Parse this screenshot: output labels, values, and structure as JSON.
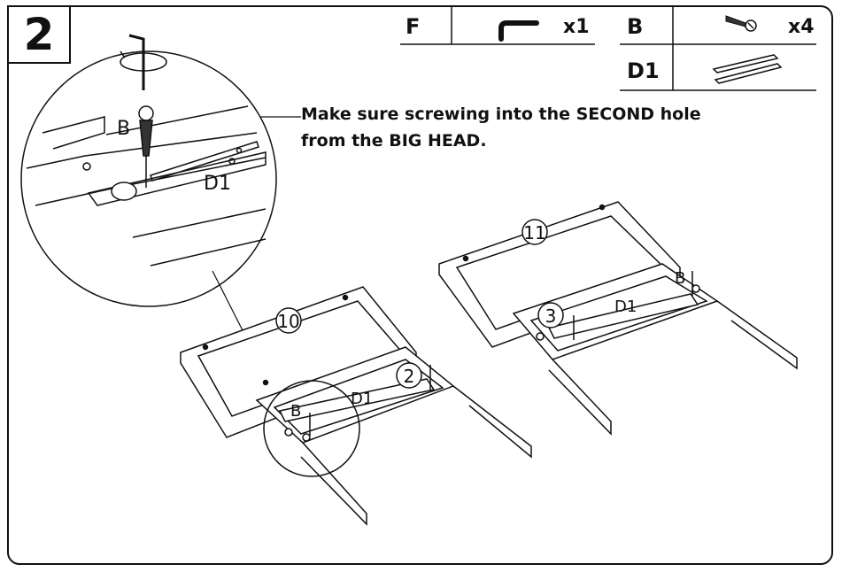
{
  "step": {
    "number": "2"
  },
  "parts_table": [
    {
      "letter": "F",
      "qty": "x1",
      "icon": "allen-key-icon"
    },
    {
      "letter": "B",
      "qty": "x4",
      "icon": "screw-icon"
    },
    {
      "letter": "D1",
      "qty": "",
      "icon": "metal-bar-icon"
    }
  ],
  "note": {
    "line1": "Make sure screwing into the SECOND hole",
    "line2": "from the BIG HEAD."
  },
  "labels": {
    "screw": "B",
    "bar": "D1",
    "part_10": "10",
    "part_11": "11",
    "part_2": "2",
    "part_3": "3"
  }
}
